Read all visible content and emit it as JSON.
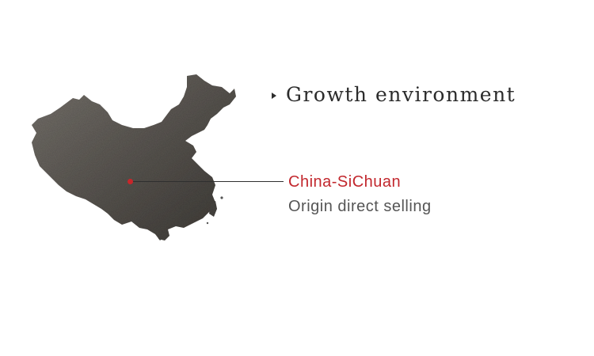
{
  "section": {
    "title": "Growth environment",
    "marker_icon": "triangle-right-icon"
  },
  "location": {
    "name": "China-SiChuan",
    "description": "Origin direct selling",
    "name_color": "#c2272d",
    "pin_color": "#c9262a"
  },
  "map": {
    "icon": "china-map-icon",
    "fill_color": "#5e5a55"
  }
}
